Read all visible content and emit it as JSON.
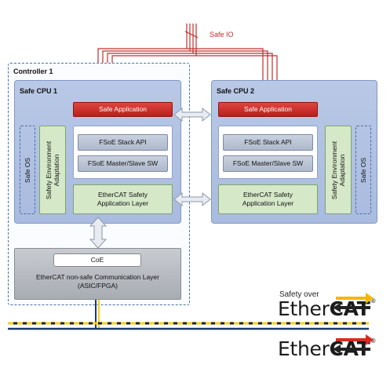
{
  "safe_io_label": "Safe IO",
  "controller_label": "Controller 1",
  "cpu1": {
    "title": "Safe CPU 1",
    "safe_application": "Safe Application",
    "safe_os": "Safe OS",
    "sea_line1": "Safety Environment",
    "sea_line2": "Adaptation",
    "fsoe_api": "FSoE Stack API",
    "fsoe_sw": "FSoE Master/Slave SW",
    "ecat_line1": "EtherCAT Safety",
    "ecat_line2": "Application Layer"
  },
  "cpu2": {
    "title": "Safe CPU 2",
    "safe_application": "Safe Application",
    "safe_os": "Safe OS",
    "sea_line1": "Safety Environment",
    "sea_line2": "Adaptation",
    "fsoe_api": "FSoE Stack API",
    "fsoe_sw": "FSoE Master/Slave SW",
    "ecat_line1": "EtherCAT Safety",
    "ecat_line2": "Application Layer"
  },
  "comm": {
    "coe": "CoE",
    "line1": "EtherCAT non-safe Communication Layer",
    "line2": "(ASIC/FPGA)"
  },
  "logo_safety": {
    "prefix": "Safety over",
    "ether": "Ether",
    "cat": "CAT",
    "reg": "®"
  },
  "logo_ethercat": {
    "ether": "Ether",
    "cat": "CAT",
    "reg": "®"
  },
  "colors": {
    "red_wire": "#c0302b",
    "yellow_bus": "#f2d21b",
    "arrow_yellow": "#f5b700",
    "arrow_red": "#d62b25"
  }
}
